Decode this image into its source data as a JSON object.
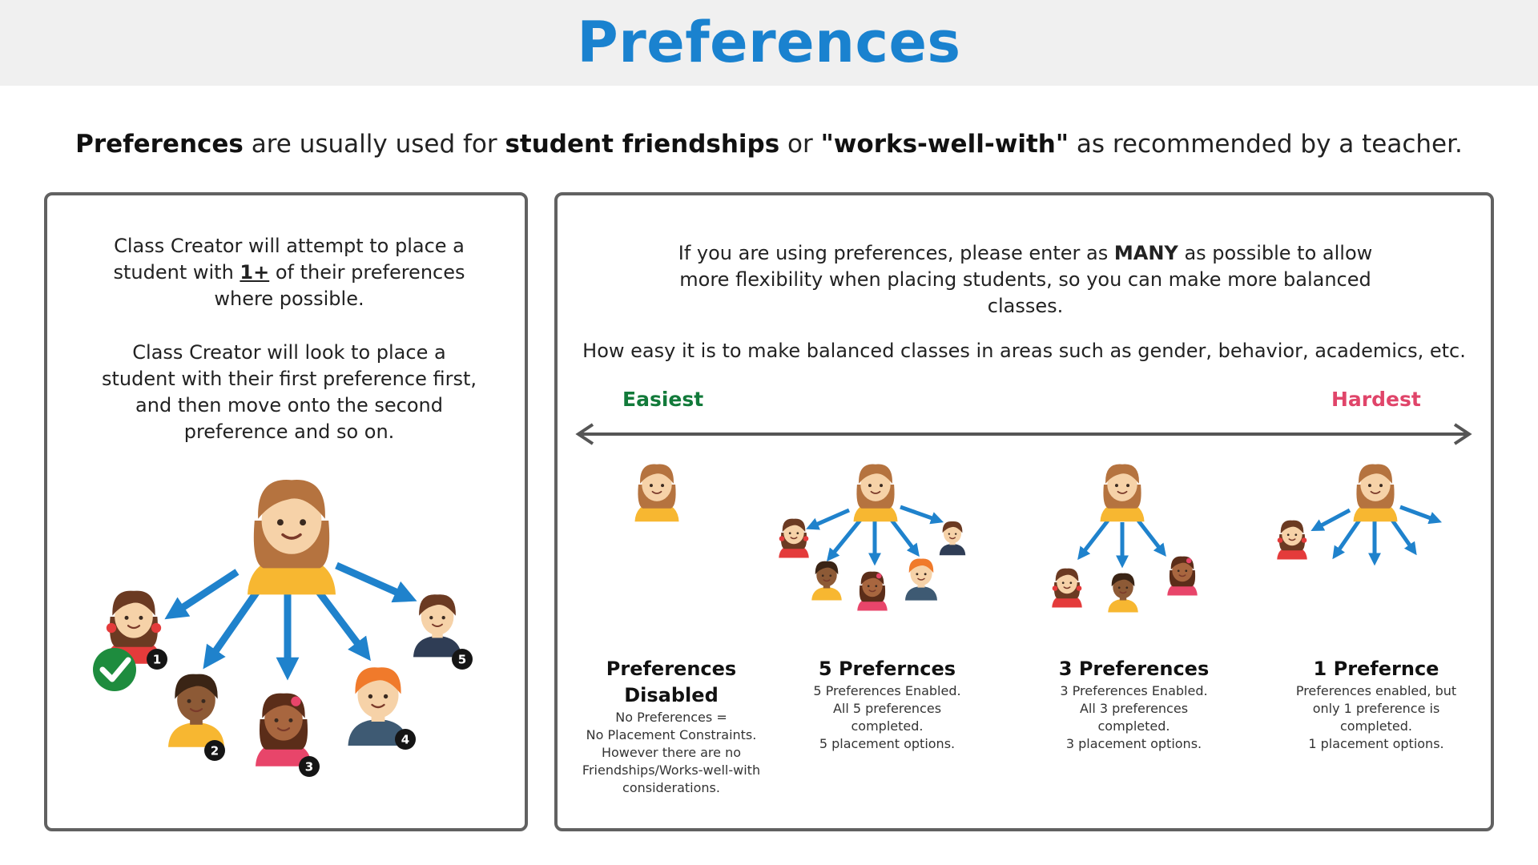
{
  "header": {
    "title": "Preferences"
  },
  "subtitle": {
    "b1": "Preferences",
    "t1": " are usually used for ",
    "b2": "student friendships",
    "t2": " or ",
    "b3": "\"works-well-with\"",
    "t3": " as recommended by a teacher."
  },
  "left_panel": {
    "p1_a": "Class Creator will attempt to place a student with ",
    "p1_b": "1+",
    "p1_c": " of their preferences where possible.",
    "p2": "Class Creator will look to place a student with their first preference first, and then move onto the second preference and so on.",
    "badges": [
      "1",
      "2",
      "3",
      "4",
      "5"
    ]
  },
  "right_panel": {
    "intro_a": "If you are using preferences, please enter as ",
    "intro_b": "MANY",
    "intro_c": " as possible to allow more flexibility when placing students, so you can make more balanced classes.",
    "scale_text": "How easy it is to make balanced classes in areas such as gender, behavior, academics, etc.",
    "easiest": "Easiest",
    "hardest": "Hardest",
    "columns": [
      {
        "title": "Preferences Disabled",
        "lines": [
          "No Preferences =",
          "No Placement Constraints.",
          "However there are no",
          "Friendships/Works-well-with",
          "considerations."
        ]
      },
      {
        "title": "5 Prefernces",
        "lines": [
          "5 Preferences Enabled.",
          "All 5 preferences",
          "completed.",
          "5 placement options."
        ]
      },
      {
        "title": "3 Preferences",
        "lines": [
          "3 Preferences Enabled.",
          "All 3 preferences",
          "completed.",
          "3 placement options."
        ]
      },
      {
        "title": "1 Prefernce",
        "lines": [
          "Preferences enabled, but",
          "only 1 preference is",
          "completed.",
          "1 placement options."
        ]
      }
    ]
  },
  "colors": {
    "title": "#1a82cf",
    "easiest": "#127a3a",
    "hardest": "#e0456a",
    "arrow": "#1f82cc",
    "border": "#616161"
  }
}
